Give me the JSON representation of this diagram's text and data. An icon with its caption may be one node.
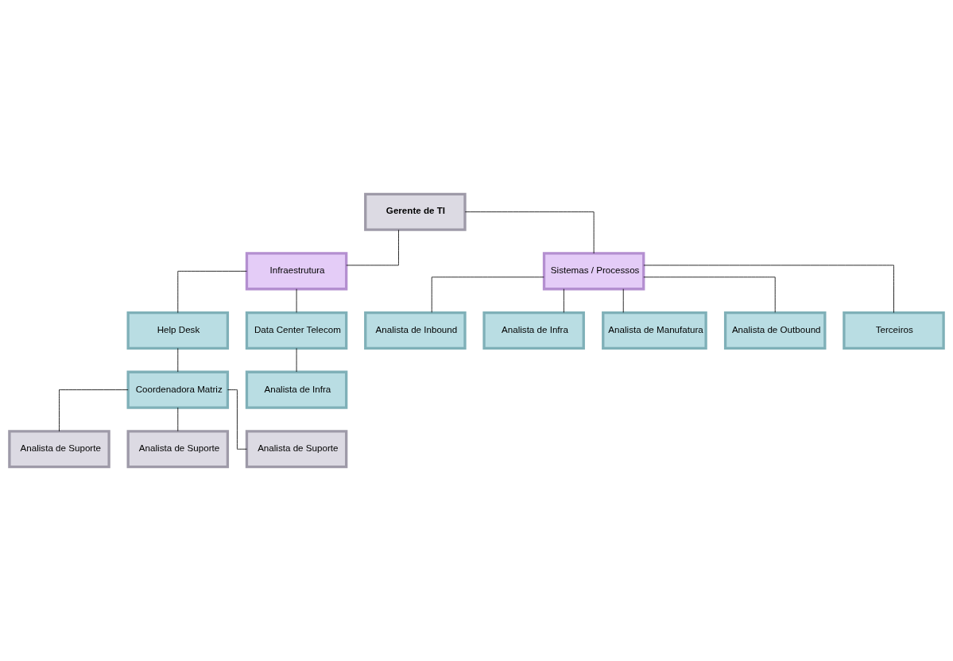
{
  "diagram": {
    "nodes": [
      {
        "text": [
          "Gerente de TI"
        ]
      },
      {
        "text": [
          "Infraestrutura"
        ]
      },
      {
        "text": [
          "Sistemas / Processos"
        ]
      },
      {
        "text": [
          "Help Desk"
        ]
      },
      {
        "text": [
          "Data Center Telecom"
        ]
      },
      {
        "text": [
          "Coordenadora Matriz"
        ]
      },
      {
        "text": [
          "Analista de Infra"
        ]
      },
      {
        "text": [
          "Analista de Suporte"
        ]
      },
      {
        "text": [
          "Analista de Suporte"
        ]
      },
      {
        "text": [
          "Analista de Suporte"
        ]
      },
      {
        "text": [
          "Analista de Inbound"
        ]
      },
      {
        "text": [
          "Analista de Infra"
        ]
      },
      {
        "text": [
          "Analista de Manufatura"
        ]
      },
      {
        "text": [
          "Analista de Outbound"
        ]
      },
      {
        "text": [
          "Terceiros"
        ]
      }
    ],
    "edges": [
      {
        "from": 0,
        "to": 1,
        "arrow": "none"
      },
      {
        "from": 0,
        "to": 2,
        "arrow": "none"
      },
      {
        "from": 1,
        "to": 3,
        "arrow": "none"
      },
      {
        "from": 1,
        "to": 4,
        "arrow": "none"
      },
      {
        "from": 3,
        "to": 5,
        "arrow": "none"
      },
      {
        "from": 4,
        "to": 6,
        "arrow": "none"
      },
      {
        "from": 5,
        "to": 7,
        "arrow": "none"
      },
      {
        "from": 5,
        "to": 8,
        "arrow": "none"
      },
      {
        "from": 5,
        "to": 9,
        "arrow": "none"
      },
      {
        "from": 2,
        "to": 10,
        "arrow": "none"
      },
      {
        "from": 2,
        "to": 11,
        "arrow": "none"
      },
      {
        "from": 2,
        "to": 12,
        "arrow": "none"
      },
      {
        "from": 2,
        "to": 13,
        "arrow": "none"
      },
      {
        "from": 2,
        "to": 14,
        "arrow": "none"
      }
    ]
  }
}
